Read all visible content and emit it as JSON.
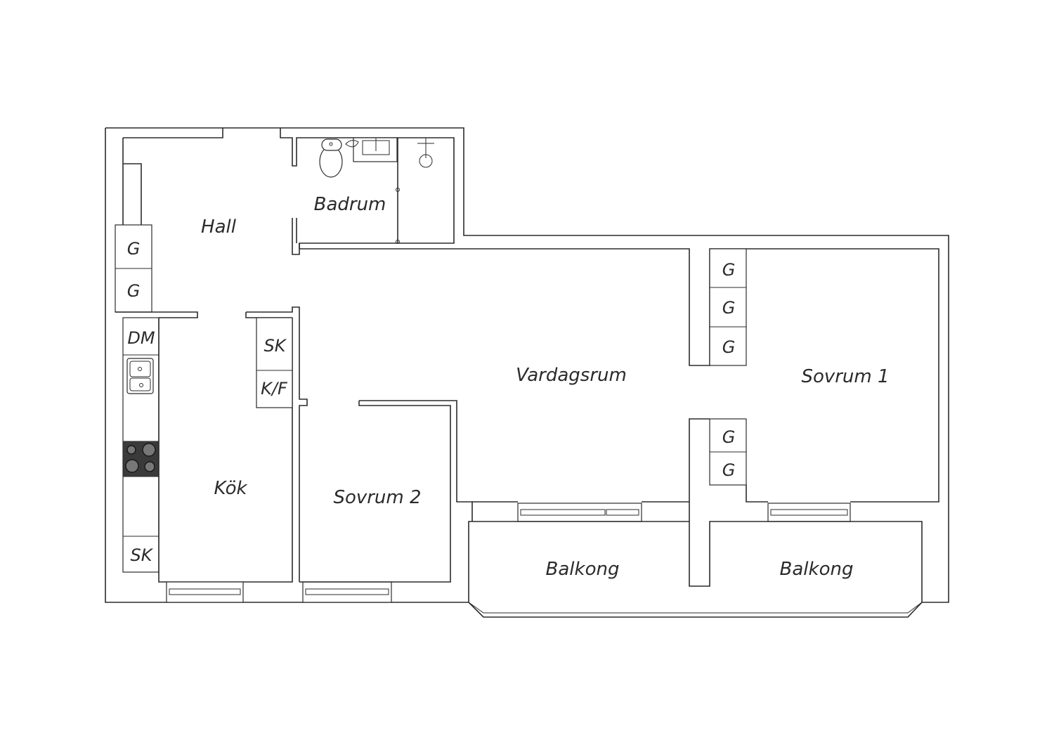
{
  "rooms": {
    "hall": "Hall",
    "badrum": "Badrum",
    "vardagsrum": "Vardagsrum",
    "sovrum1": "Sovrum 1",
    "sovrum2": "Sovrum 2",
    "kok": "Kök",
    "balkong_left": "Balkong",
    "balkong_right": "Balkong"
  },
  "fixtures": {
    "hall_wardrobe_1": "G",
    "hall_wardrobe_2": "G",
    "dishwasher": "DM",
    "kitchen_cabinet_top": "SK",
    "fridge_freezer": "K/F",
    "kitchen_cabinet_bottom": "SK",
    "sovrum1_wardrobe_1": "G",
    "sovrum1_wardrobe_2": "G",
    "sovrum1_wardrobe_3": "G",
    "sovrum1_wardrobe_4": "G",
    "sovrum1_wardrobe_5": "G"
  }
}
